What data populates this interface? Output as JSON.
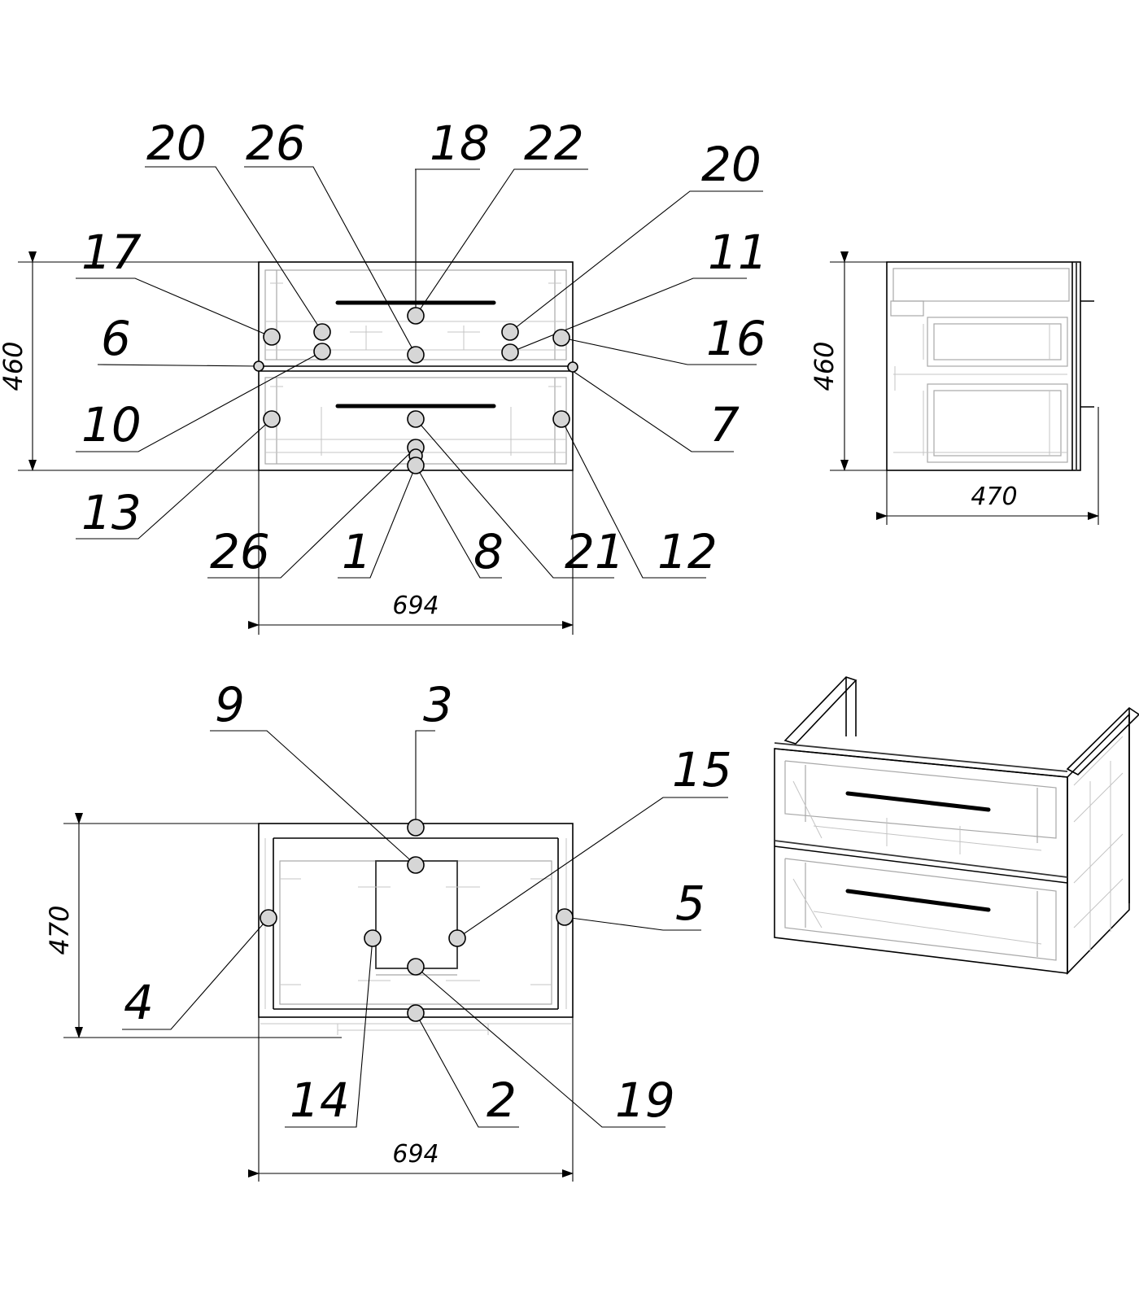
{
  "front_view": {
    "callouts": [
      "20",
      "26",
      "18",
      "22",
      "20",
      "17",
      "11",
      "6",
      "16",
      "10",
      "7",
      "13",
      "12",
      "26",
      "1",
      "8",
      "21"
    ],
    "height_dim": "460",
    "width_dim": "694"
  },
  "side_view": {
    "height_dim": "460",
    "depth_dim": "470"
  },
  "top_view": {
    "callouts": [
      "9",
      "3",
      "15",
      "5",
      "4",
      "14",
      "2",
      "19"
    ],
    "depth_dim": "470",
    "width_dim": "694"
  }
}
